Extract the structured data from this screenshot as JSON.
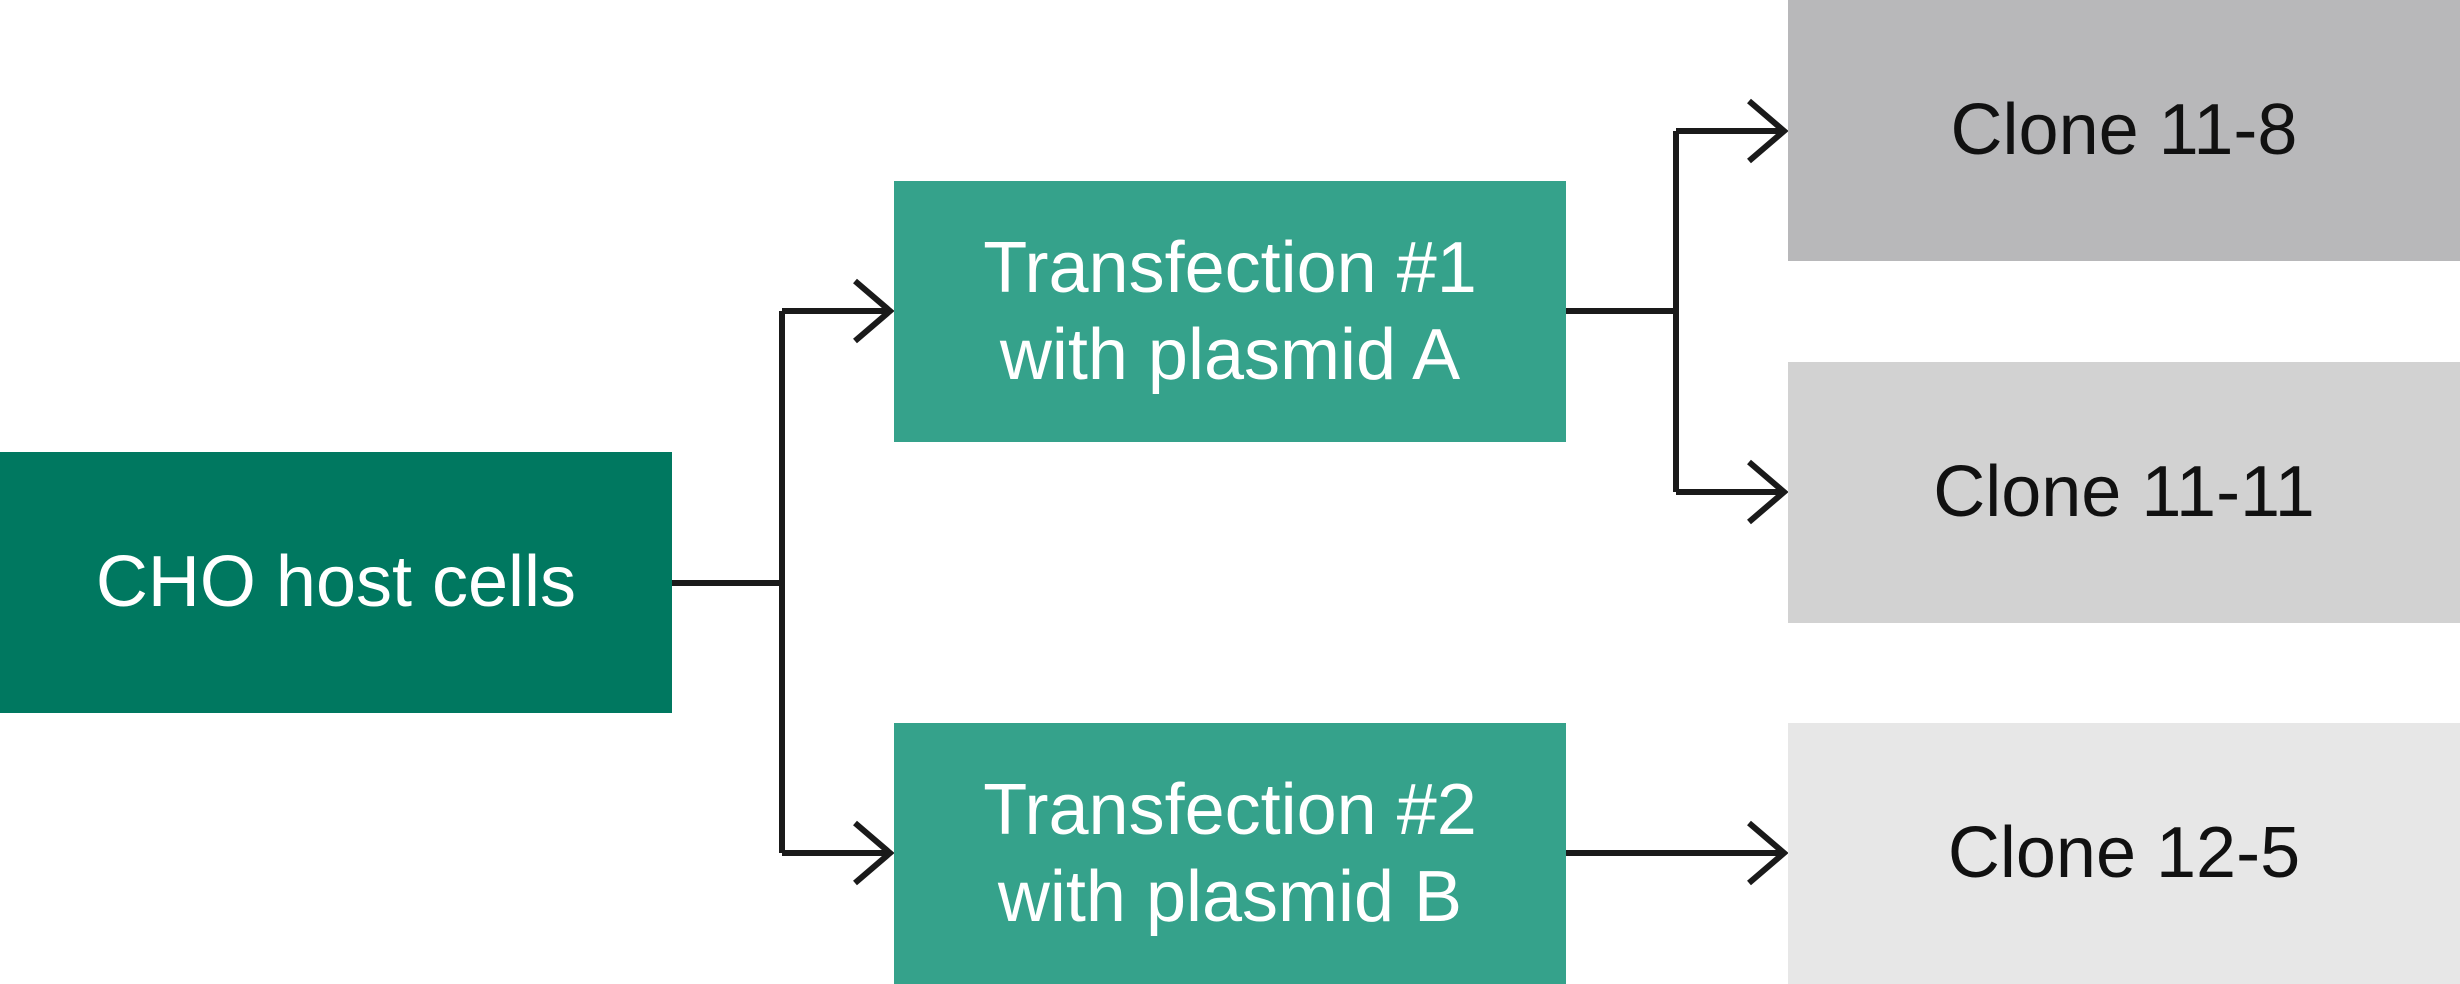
{
  "nodes": {
    "host": {
      "label": "CHO host cells"
    },
    "transfection_1": {
      "line1": "Transfection #1",
      "line2": "with plasmid A"
    },
    "transfection_2": {
      "line1": "Transfection #2",
      "line2": "with plasmid B"
    },
    "clone_1": {
      "label": "Clone 11-8"
    },
    "clone_2": {
      "label": "Clone 11-11"
    },
    "clone_3": {
      "label": "Clone 12-5"
    }
  },
  "colors": {
    "host": "#007860",
    "transfection": "#35A28B",
    "clone_1": "#B8B8BA",
    "clone_2": "#D2D2D2",
    "clone_3": "#E7E7E7",
    "connector": "#1a1a1a"
  }
}
